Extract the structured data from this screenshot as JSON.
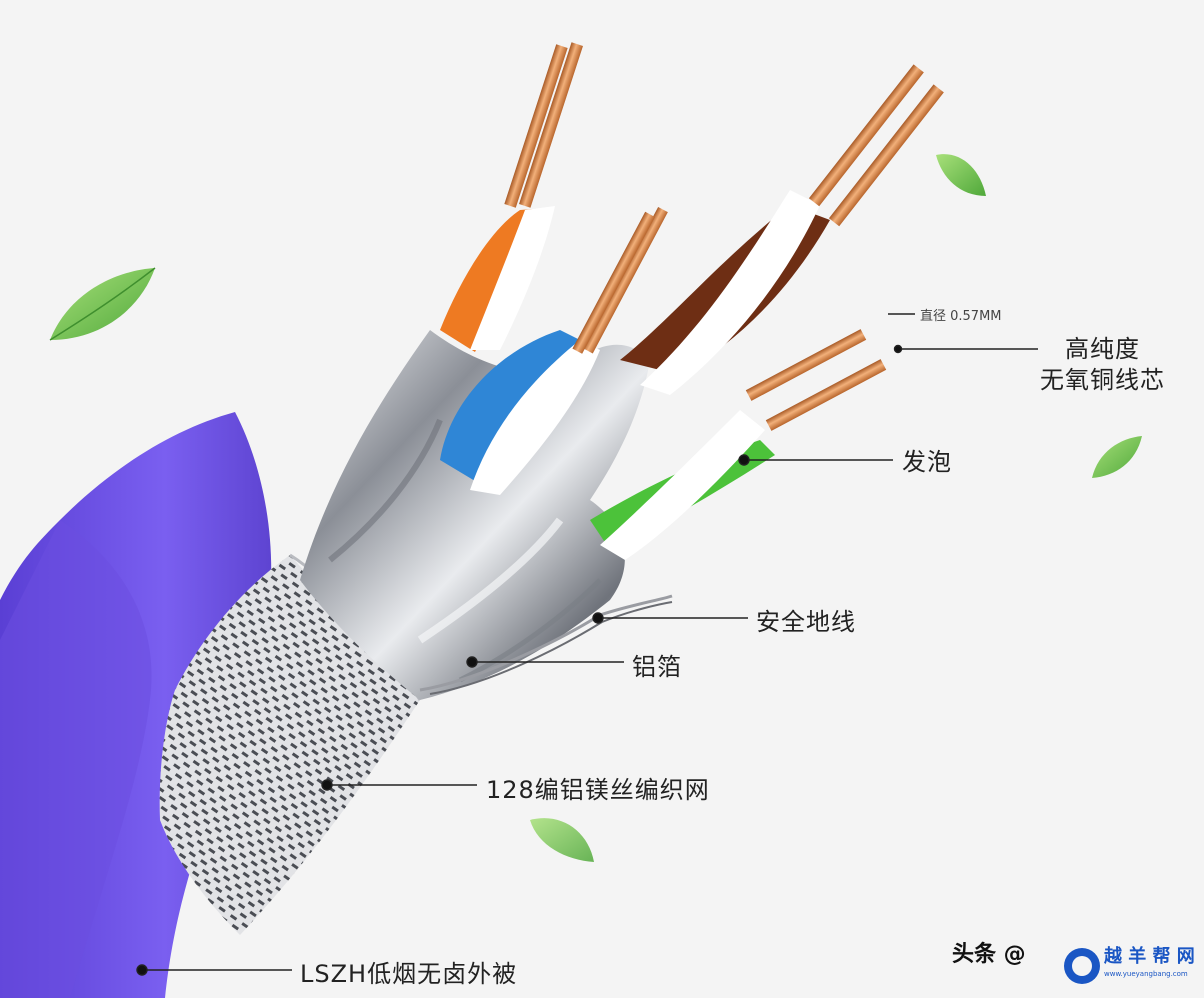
{
  "labels": {
    "diameter": "直径 0.57MM",
    "copper_line1": "高纯度",
    "copper_line2": "无氧铜线芯",
    "foam": "发泡",
    "ground_wire": "安全地线",
    "foil": "铝箔",
    "braid": "128编铝镁丝编织网",
    "jacket": "LSZH低烟无卤外被"
  },
  "watermark": {
    "text": "头条 @",
    "logo_text": "越 羊 帮 网",
    "logo_url": "www.yueyangbang.com"
  },
  "colors": {
    "jacket": "#6b4fe0",
    "copper": "#d88a4c",
    "orange_pair": "#ee7a22",
    "blue_pair": "#2f86d6",
    "brown_pair": "#6e2e14",
    "green_pair": "#4cc23a",
    "foil": "#c9ccd2",
    "leaf": "#7fc85a"
  },
  "icons": [
    "leaf-icon",
    "cable-illustration"
  ]
}
